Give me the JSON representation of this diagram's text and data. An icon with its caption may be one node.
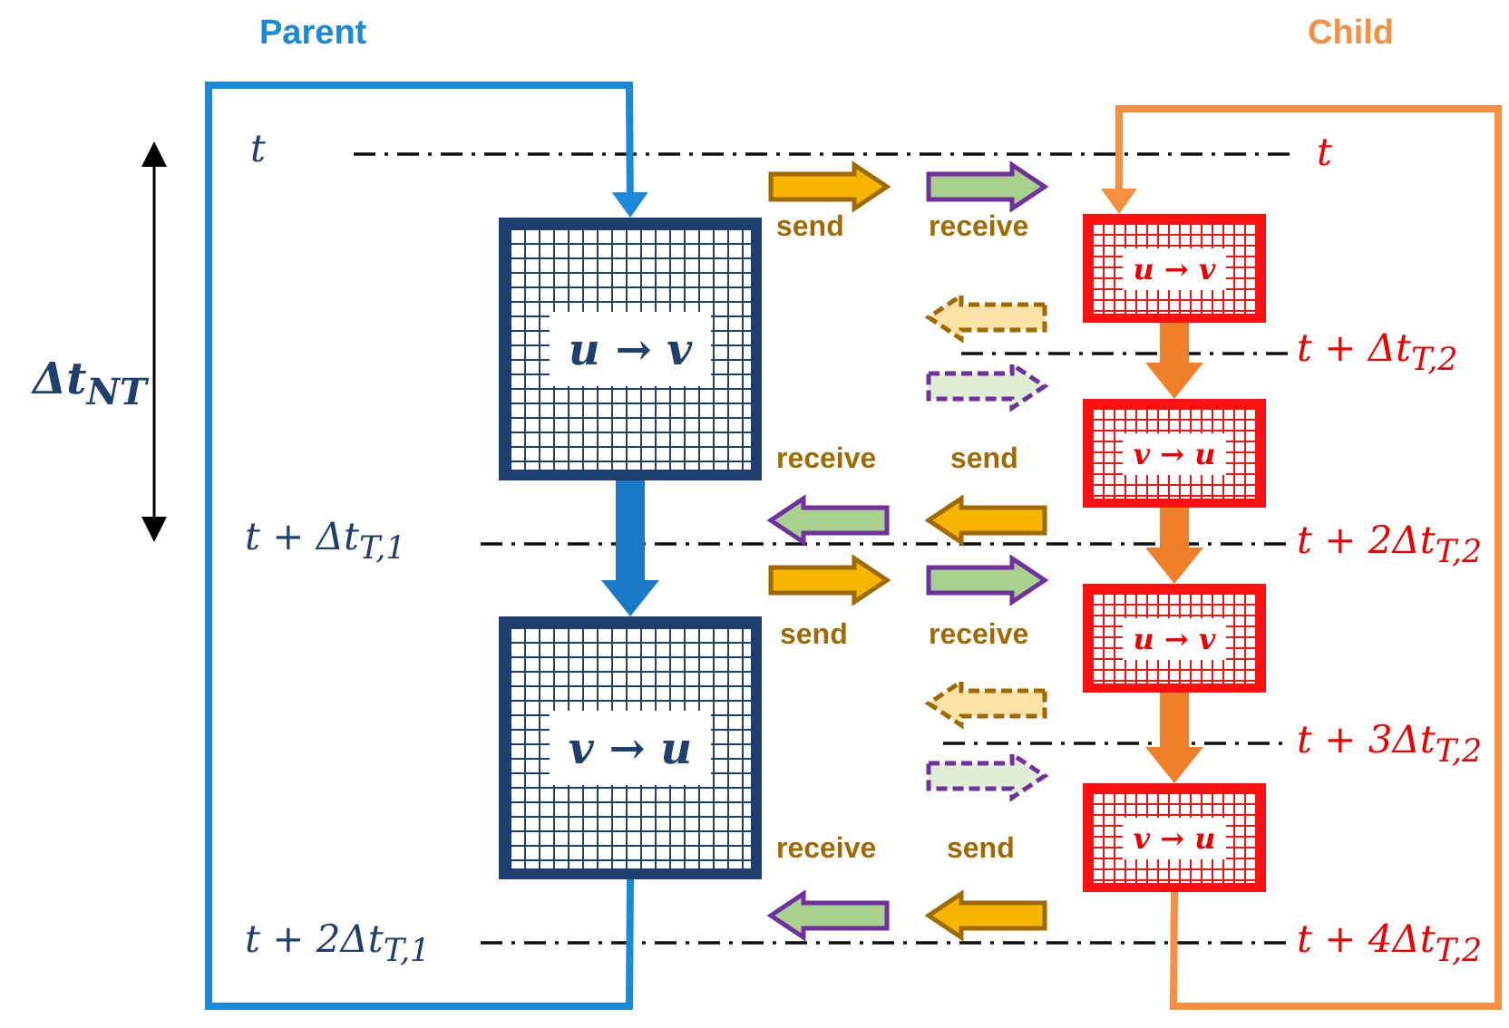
{
  "diagram": {
    "nodes": [
      {
        "text": [
          "u → v"
        ]
      },
      {
        "text": [
          "v → u"
        ]
      },
      {
        "text": [
          "u → v"
        ]
      },
      {
        "text": [
          "v → u"
        ]
      },
      {
        "text": [
          "u → v"
        ]
      },
      {
        "text": [
          "v → u"
        ]
      }
    ],
    "edges": [
      {
        "from": 0,
        "to": 1,
        "arrow": "to",
        "color": "#1a7ac8"
      },
      {
        "from": 2,
        "to": 3,
        "arrow": "to",
        "color": "#f07f2a"
      },
      {
        "from": 3,
        "to": 4,
        "arrow": "to",
        "color": "#f07f2a"
      },
      {
        "from": 4,
        "to": 5,
        "arrow": "to",
        "color": "#f07f2a"
      },
      {
        "from": 1,
        "to": 0,
        "arrow": "to",
        "label": "Parent",
        "color": "#1a8ad8"
      },
      {
        "from": 5,
        "to": 2,
        "arrow": "to",
        "label": "Child",
        "color": "#f59040"
      }
    ],
    "labels": [
      "t",
      "t",
      "send",
      "receive",
      "t + Δt$_{T,2}$",
      "Δt$_{NT}$",
      "receive",
      "send",
      "t + Δt$_{T,1}$",
      "t + 2Δt$_{T,2}$",
      "send",
      "receive",
      "t + 3Δt$_{T,2}$",
      "receive",
      "send",
      "t + 2Δt$_{T,1}$",
      "t + 4Δt$_{T,2}$"
    ]
  }
}
